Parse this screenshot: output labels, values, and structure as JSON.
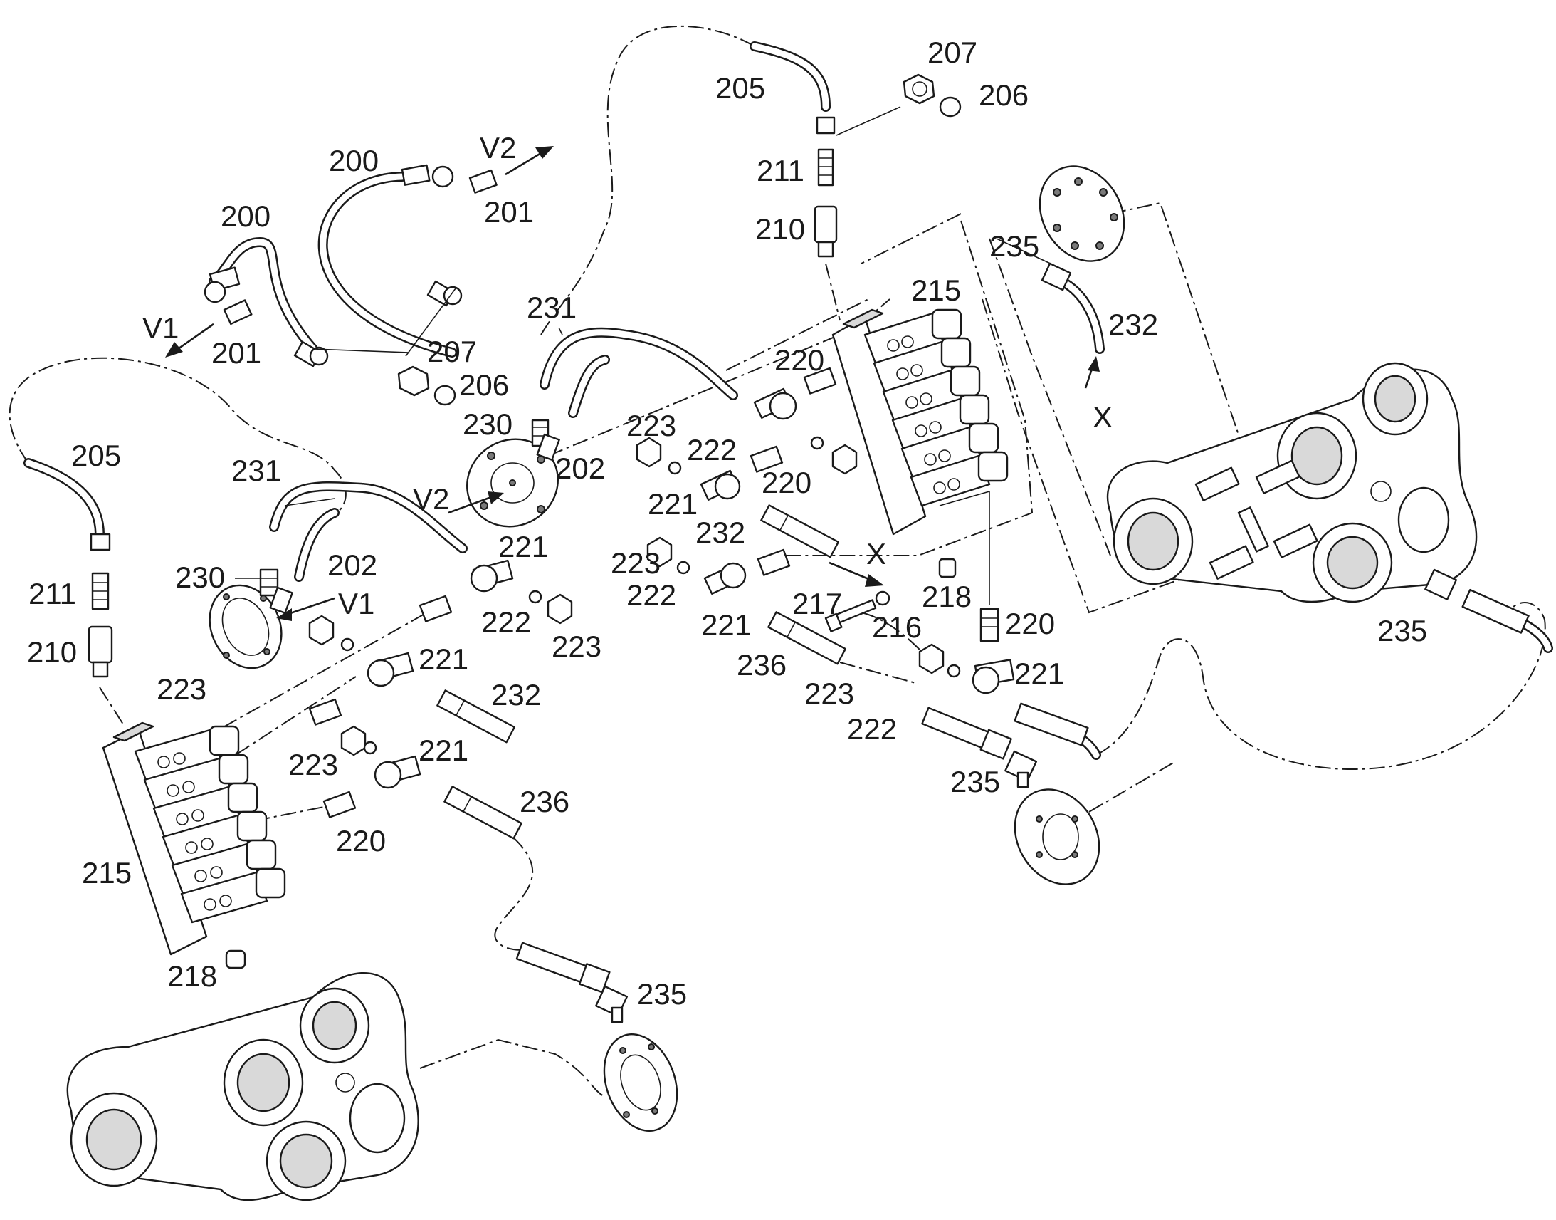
{
  "labels": [
    {
      "id": "l1",
      "text": "200"
    },
    {
      "id": "l2",
      "text": "200"
    },
    {
      "id": "l3",
      "text": "V2"
    },
    {
      "id": "l4",
      "text": "201"
    },
    {
      "id": "l5",
      "text": "V1"
    },
    {
      "id": "l6",
      "text": "201"
    },
    {
      "id": "l7",
      "text": "207"
    },
    {
      "id": "l8",
      "text": "206"
    },
    {
      "id": "l9",
      "text": "205"
    },
    {
      "id": "l10",
      "text": "231"
    },
    {
      "id": "l11",
      "text": "230"
    },
    {
      "id": "l12",
      "text": "202"
    },
    {
      "id": "l13",
      "text": "V2"
    },
    {
      "id": "l14",
      "text": "231"
    },
    {
      "id": "l15",
      "text": "230"
    },
    {
      "id": "l16",
      "text": "202"
    },
    {
      "id": "l17",
      "text": "V1"
    },
    {
      "id": "l18",
      "text": "211"
    },
    {
      "id": "l19",
      "text": "210"
    },
    {
      "id": "l20",
      "text": "223"
    },
    {
      "id": "l21",
      "text": "221"
    },
    {
      "id": "l22",
      "text": "222"
    },
    {
      "id": "l23",
      "text": "223"
    },
    {
      "id": "l24",
      "text": "221"
    },
    {
      "id": "l25",
      "text": "232"
    },
    {
      "id": "l26",
      "text": "223"
    },
    {
      "id": "l27",
      "text": "221"
    },
    {
      "id": "l28",
      "text": "236"
    },
    {
      "id": "l29",
      "text": "220"
    },
    {
      "id": "l30",
      "text": "215"
    },
    {
      "id": "l31",
      "text": "218"
    },
    {
      "id": "l32",
      "text": "235"
    },
    {
      "id": "l33",
      "text": "205"
    },
    {
      "id": "l34",
      "text": "207"
    },
    {
      "id": "l35",
      "text": "206"
    },
    {
      "id": "l36",
      "text": "211"
    },
    {
      "id": "l37",
      "text": "210"
    },
    {
      "id": "l38",
      "text": "215"
    },
    {
      "id": "l39",
      "text": "220"
    },
    {
      "id": "l40",
      "text": "223"
    },
    {
      "id": "l41",
      "text": "222"
    },
    {
      "id": "l42",
      "text": "220"
    },
    {
      "id": "l43",
      "text": "221"
    },
    {
      "id": "l44",
      "text": "232"
    },
    {
      "id": "l45",
      "text": "X"
    },
    {
      "id": "l46",
      "text": "223"
    },
    {
      "id": "l47",
      "text": "222"
    },
    {
      "id": "l48",
      "text": "221"
    },
    {
      "id": "l49",
      "text": "217"
    },
    {
      "id": "l50",
      "text": "216"
    },
    {
      "id": "l51",
      "text": "218"
    },
    {
      "id": "l52",
      "text": "220"
    },
    {
      "id": "l53",
      "text": "236"
    },
    {
      "id": "l54",
      "text": "223"
    },
    {
      "id": "l55",
      "text": "222"
    },
    {
      "id": "l56",
      "text": "221"
    },
    {
      "id": "l57",
      "text": "235"
    },
    {
      "id": "l58",
      "text": "235"
    },
    {
      "id": "l59",
      "text": "232"
    },
    {
      "id": "l60",
      "text": "X"
    },
    {
      "id": "l61",
      "text": "235"
    }
  ]
}
